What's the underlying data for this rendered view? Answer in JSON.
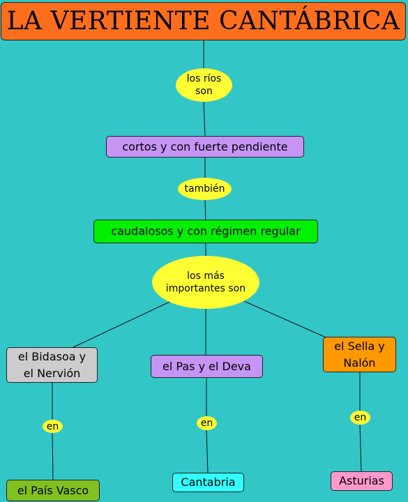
{
  "title": "LA VERTIENTE CANTÁBRICA",
  "colors": {
    "background": "#33c6c6",
    "title_fill": "#ff6e1c",
    "oval_fill": "#ffff33",
    "lavender": "#c594f5",
    "green": "#00f000",
    "gray": "#cccccc",
    "orange": "#ff9900",
    "olive_green": "#80c020",
    "cyan": "#33ffff",
    "pink": "#ff99cc"
  },
  "nodes": {
    "n1": "los ríos\nson",
    "n2": "cortos y con fuerte pendiente",
    "n3": "también",
    "n4": "caudalosos y con régimen regular",
    "n5": "los más\nimportantes son",
    "n6": "el Bidasoa y\nel Nervión",
    "n7": "el Pas y el Deva",
    "n8": "el Sella y\nNalón",
    "n9": "en",
    "n10": "en",
    "n11": "en",
    "n12": "el País Vasco",
    "n13": "Cantabria",
    "n14": "Asturias"
  }
}
